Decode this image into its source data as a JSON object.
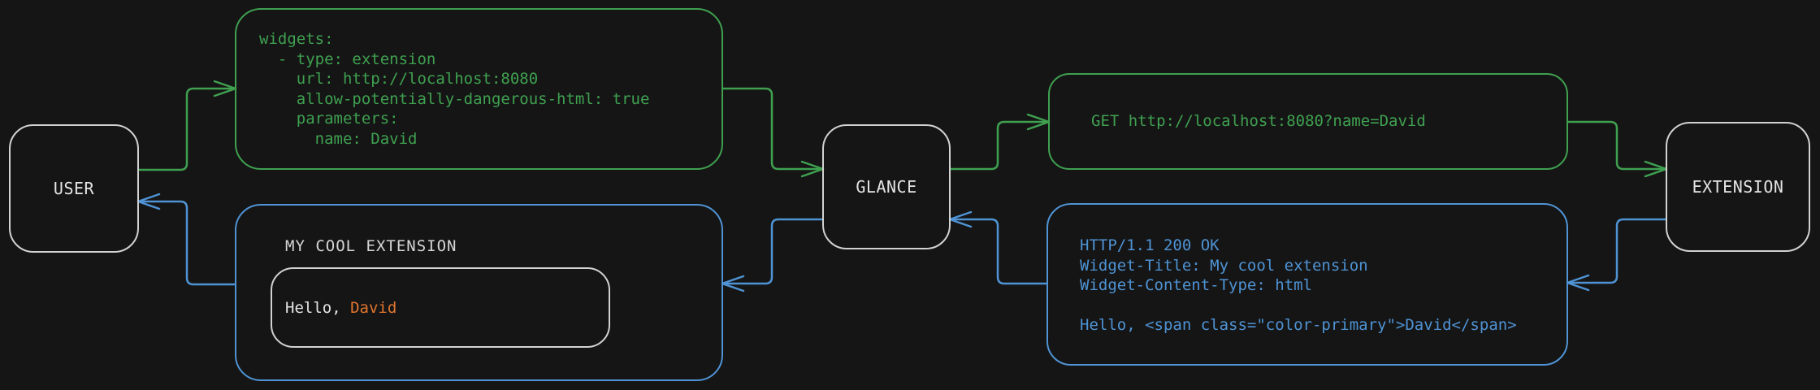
{
  "colors": {
    "page_background": "#151515",
    "request_green": "#3fa050",
    "response_blue": "#4f93d4",
    "accent_orange": "#e0752f",
    "node_border": "#d2d2d2",
    "text_light": "#e4e4e4",
    "text_muted": "#d6d6d6"
  },
  "nodes": {
    "user": {
      "label": "USER"
    },
    "glance": {
      "label": "GLANCE"
    },
    "extension": {
      "label": "EXTENSION"
    }
  },
  "snippets": {
    "config": {
      "code": "widgets:\n  - type: extension\n    url: http://localhost:8080\n    allow-potentially-dangerous-html: true\n    parameters:\n      name: David"
    },
    "request": {
      "code": "GET http://localhost:8080?name=David"
    },
    "response": {
      "code": "HTTP/1.1 200 OK\nWidget-Title: My cool extension\nWidget-Content-Type: html\n\nHello, <span class=\"color-primary\">David</span>"
    }
  },
  "widget_preview": {
    "title": "MY COOL EXTENSION",
    "greeting_prefix": "Hello, ",
    "greeting_name": "David"
  },
  "edges": [
    {
      "id": "user-to-config",
      "from": "user",
      "to": "config-snippet",
      "color": "green"
    },
    {
      "id": "config-to-glance",
      "from": "config-snippet",
      "to": "glance",
      "color": "green"
    },
    {
      "id": "glance-to-request",
      "from": "glance",
      "to": "request-snippet",
      "color": "green"
    },
    {
      "id": "request-to-extension",
      "from": "request-snippet",
      "to": "extension",
      "color": "green"
    },
    {
      "id": "extension-to-response",
      "from": "extension",
      "to": "response-snippet",
      "color": "blue"
    },
    {
      "id": "response-to-glance",
      "from": "response-snippet",
      "to": "glance",
      "color": "blue"
    },
    {
      "id": "glance-to-widget",
      "from": "glance",
      "to": "widget-preview",
      "color": "blue"
    },
    {
      "id": "widget-to-user",
      "from": "widget-preview",
      "to": "user",
      "color": "blue"
    }
  ]
}
